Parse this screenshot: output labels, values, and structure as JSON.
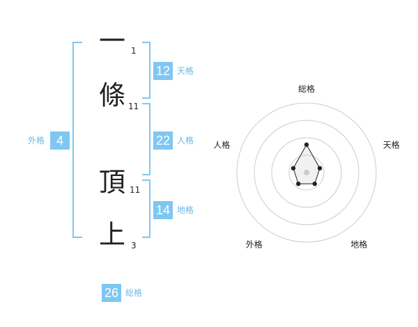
{
  "name_chars": [
    {
      "char": "一",
      "strokes": "1"
    },
    {
      "char": "條",
      "strokes": "11"
    },
    {
      "char": "頂",
      "strokes": "11"
    },
    {
      "char": "上",
      "strokes": "3"
    }
  ],
  "kakusu": {
    "tenkaku": {
      "value": "12",
      "label": "天格"
    },
    "jinkaku": {
      "value": "22",
      "label": "人格"
    },
    "chikaku": {
      "value": "14",
      "label": "地格"
    },
    "gaikaku": {
      "value": "4",
      "label": "外格"
    },
    "soukaku": {
      "value": "26",
      "label": "総格"
    }
  },
  "chart_data": {
    "type": "radar",
    "axes": [
      "総格",
      "天格",
      "地格",
      "外格",
      "人格"
    ],
    "values": [
      2,
      1,
      1,
      1,
      1
    ],
    "range": [
      0,
      5
    ],
    "rings": 4,
    "colors": {
      "accent": "#7fc7f2",
      "line": "#222222",
      "ring": "#cccccc"
    }
  }
}
